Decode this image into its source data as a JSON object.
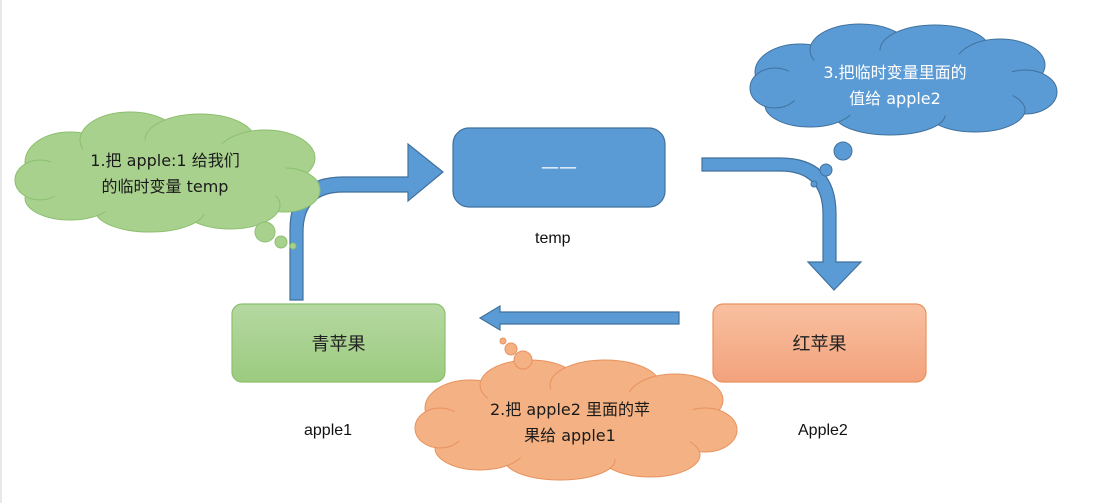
{
  "boxes": {
    "temp_box_text": "——",
    "green_box_text": "青苹果",
    "orange_box_text": "红苹果"
  },
  "labels": {
    "temp": "temp",
    "apple1": "apple1",
    "apple2": "Apple2"
  },
  "clouds": {
    "step1": {
      "line1": "1.把 apple:1 给我们",
      "line2": "的临时变量 temp"
    },
    "step2": {
      "line1": "2.把 apple2 里面的苹",
      "line2": "果给 apple1"
    },
    "step3": {
      "line1": "3.把临时变量里面的",
      "line2": "值给 apple2"
    }
  },
  "colors": {
    "blue": "#5b9bd5",
    "green": "#a9d18e",
    "orange": "#f4b183"
  }
}
